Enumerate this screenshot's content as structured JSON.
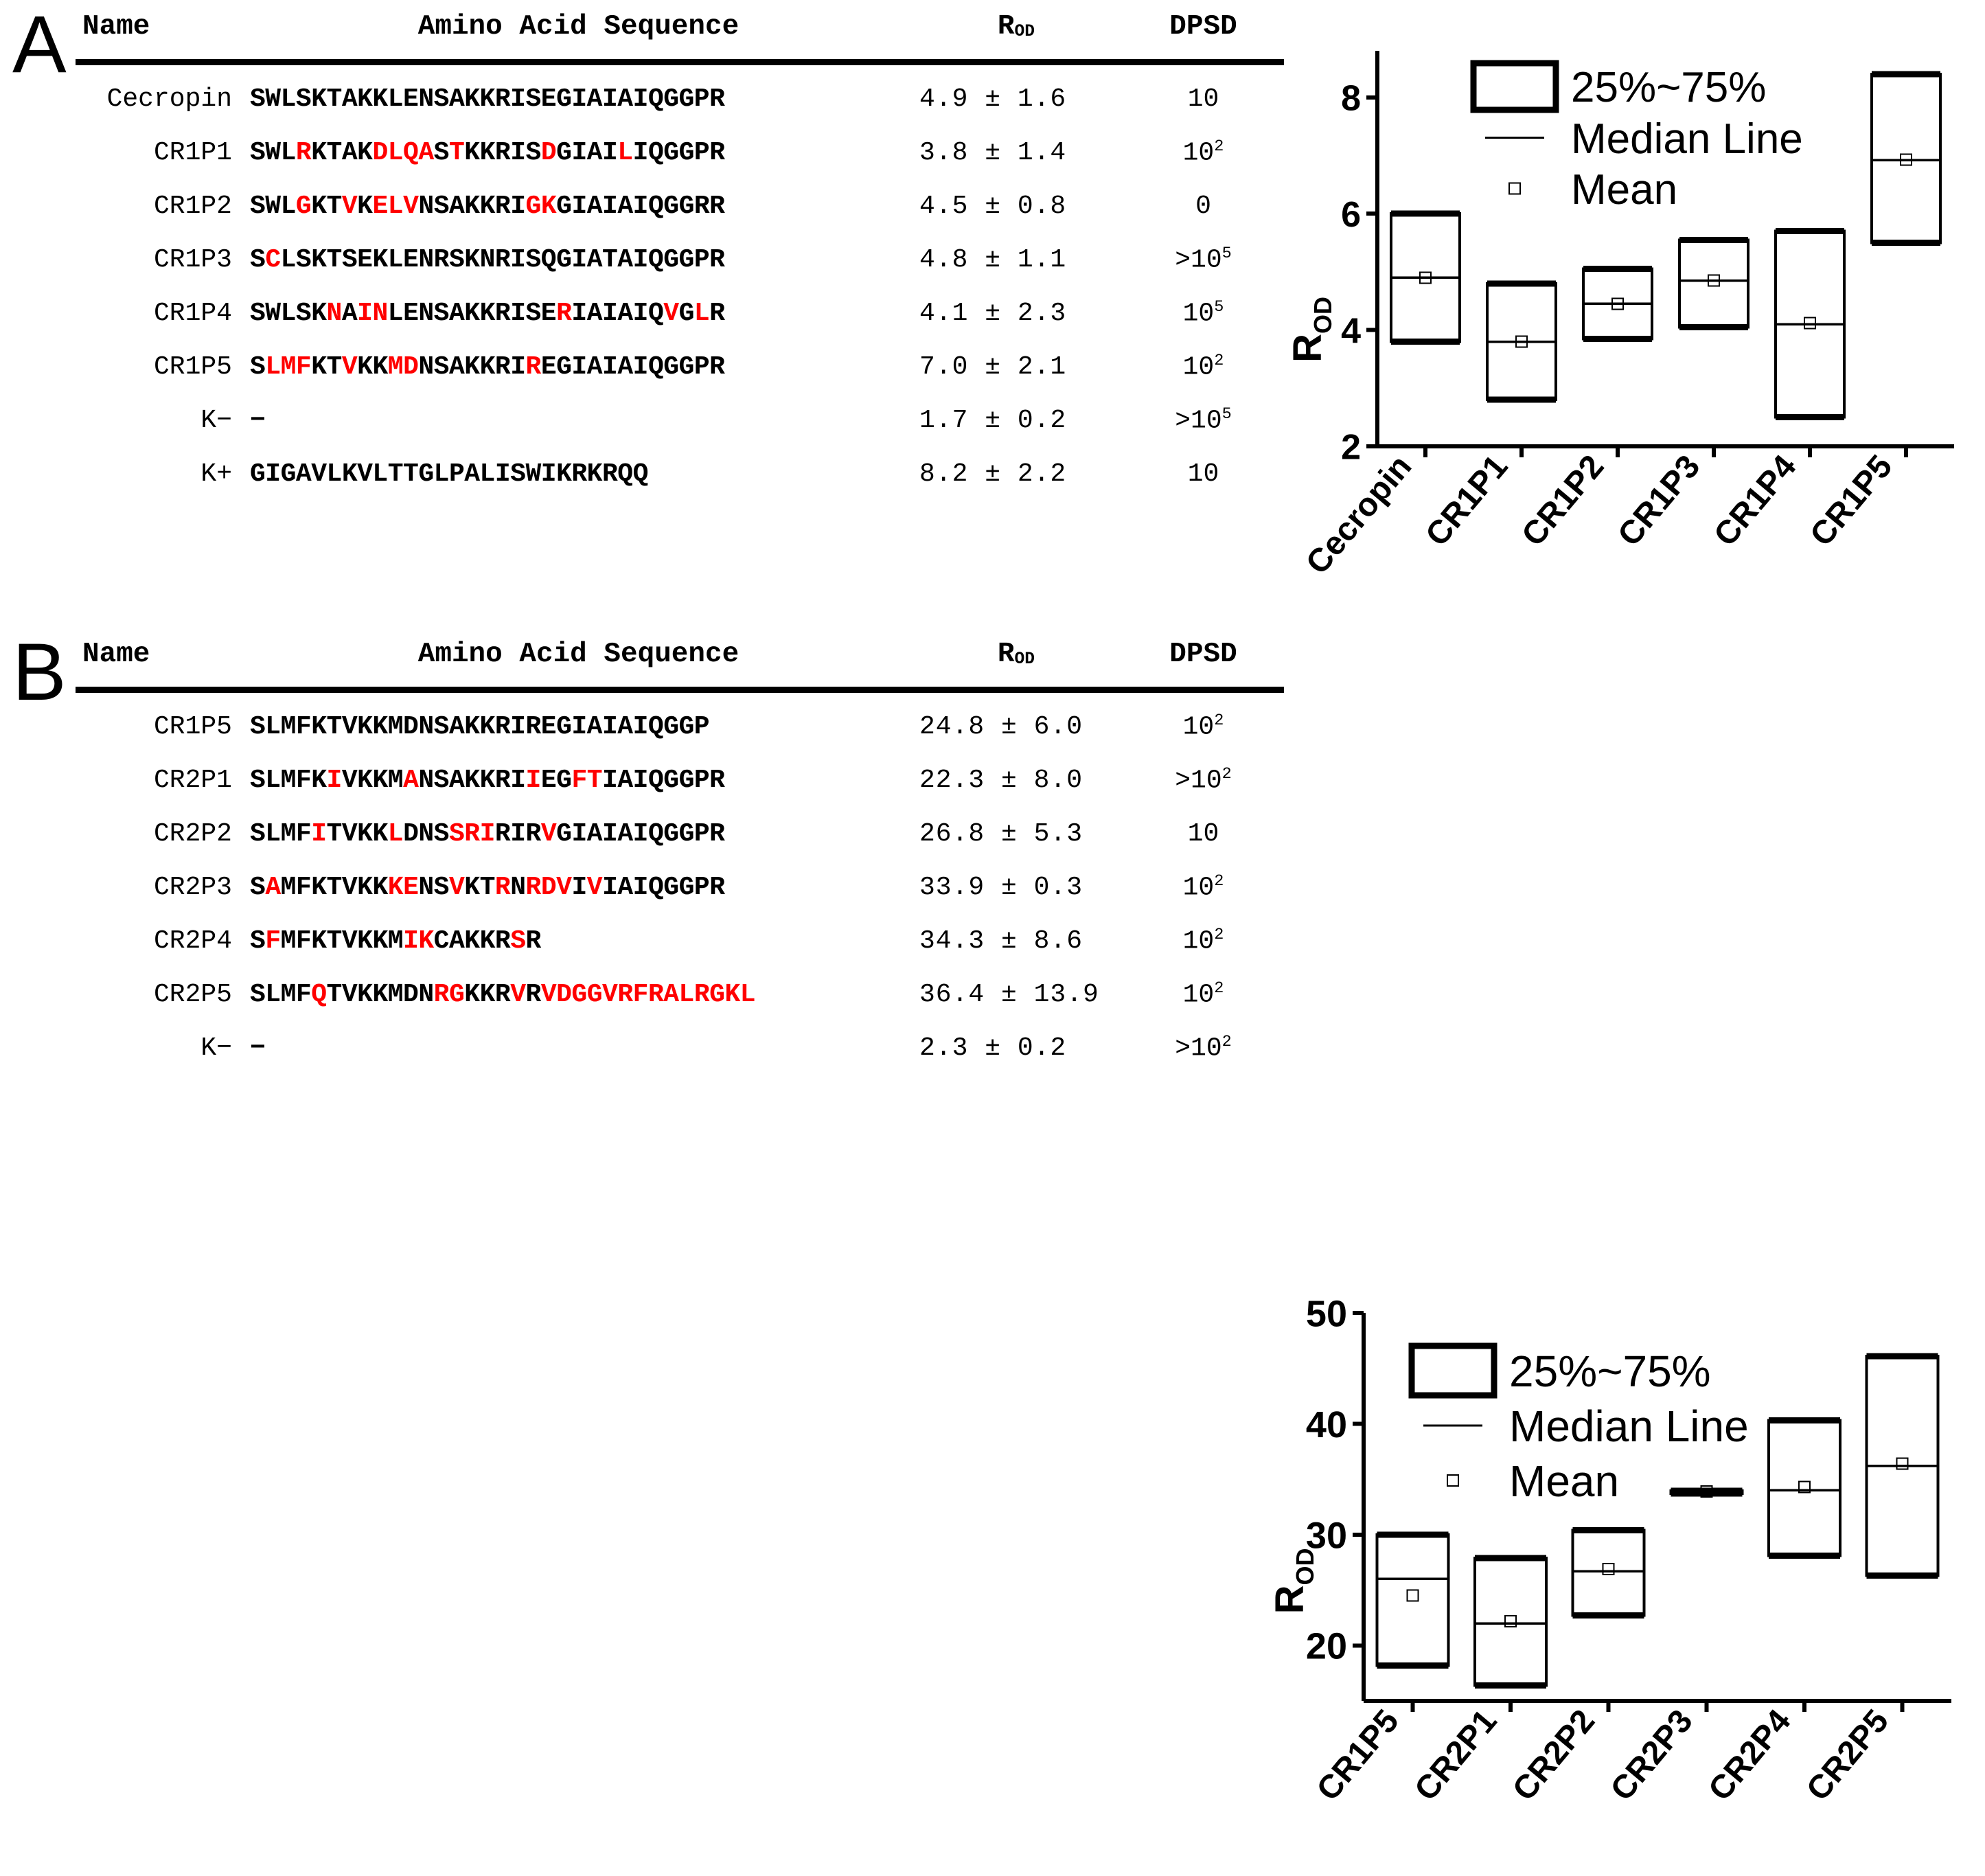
{
  "panels": [
    {
      "letter": "A",
      "table": {
        "headers": {
          "name": "Name",
          "sequence": "Amino Acid Sequence",
          "rod": "R",
          "rod_sub": "OD",
          "dpsd": "DPSD"
        },
        "rows": [
          {
            "name": "Cecropin",
            "segments": [
              {
                "t": "SWLSKTAKKLENSAKKRISEGIAIAIQGGPR",
                "m": false
              }
            ],
            "rod": "4.9 ± 1.6",
            "dpsd": "10",
            "dpsd_exp": ""
          },
          {
            "name": "CR1P1",
            "segments": [
              {
                "t": "SWL",
                "m": false
              },
              {
                "t": "R",
                "m": true
              },
              {
                "t": "KTAK",
                "m": false
              },
              {
                "t": "DLQA",
                "m": true
              },
              {
                "t": "S",
                "m": false
              },
              {
                "t": "T",
                "m": true
              },
              {
                "t": "KKRIS",
                "m": false
              },
              {
                "t": "D",
                "m": true
              },
              {
                "t": "GIAI",
                "m": false
              },
              {
                "t": "L",
                "m": true
              },
              {
                "t": "IQGGPR",
                "m": false
              }
            ],
            "rod": "3.8 ± 1.4",
            "dpsd": "10",
            "dpsd_exp": "2"
          },
          {
            "name": "CR1P2",
            "segments": [
              {
                "t": "SWL",
                "m": false
              },
              {
                "t": "G",
                "m": true
              },
              {
                "t": "KT",
                "m": false
              },
              {
                "t": "V",
                "m": true
              },
              {
                "t": "K",
                "m": false
              },
              {
                "t": "EL",
                "m": true
              },
              {
                "t": "V",
                "m": true
              },
              {
                "t": "NSAKKRI",
                "m": false
              },
              {
                "t": "GK",
                "m": true
              },
              {
                "t": "GIAIAIQGGRR",
                "m": false
              }
            ],
            "rod": "4.5 ± 0.8",
            "dpsd": "0",
            "dpsd_exp": ""
          },
          {
            "name": "CR1P3",
            "segments": [
              {
                "t": "S",
                "m": false
              },
              {
                "t": "C",
                "m": true
              },
              {
                "t": "LSKTSEKLENRSKNRISQGIATAIQGGPR",
                "m": false
              }
            ],
            "rod": "4.8 ± 1.1",
            "dpsd": ">10",
            "dpsd_exp": "5"
          },
          {
            "name": "CR1P4",
            "segments": [
              {
                "t": "SWLSK",
                "m": false
              },
              {
                "t": "N",
                "m": true
              },
              {
                "t": "A",
                "m": false
              },
              {
                "t": "IN",
                "m": true
              },
              {
                "t": "LENSAKKRISE",
                "m": false
              },
              {
                "t": "R",
                "m": true
              },
              {
                "t": "IAIAIQ",
                "m": false
              },
              {
                "t": "V",
                "m": true
              },
              {
                "t": "G",
                "m": false
              },
              {
                "t": "L",
                "m": true
              },
              {
                "t": "R",
                "m": false
              }
            ],
            "rod": "4.1 ± 2.3",
            "dpsd": "10",
            "dpsd_exp": "5"
          },
          {
            "name": "CR1P5",
            "segments": [
              {
                "t": "S",
                "m": false
              },
              {
                "t": "LMF",
                "m": true
              },
              {
                "t": "KT",
                "m": false
              },
              {
                "t": "V",
                "m": true
              },
              {
                "t": "KK",
                "m": false
              },
              {
                "t": "MD",
                "m": true
              },
              {
                "t": "NSAKKRI",
                "m": false
              },
              {
                "t": "R",
                "m": true
              },
              {
                "t": "EGIAIAIQGGPR",
                "m": false
              }
            ],
            "rod": "7.0 ± 2.1",
            "dpsd": "10",
            "dpsd_exp": "2"
          },
          {
            "name": "K−",
            "segments": [
              {
                "t": "−",
                "m": false
              }
            ],
            "rod": "1.7 ± 0.2",
            "dpsd": ">10",
            "dpsd_exp": "5"
          },
          {
            "name": "K+",
            "segments": [
              {
                "t": "GIGAVLKVLTTGLPALISWIKRKRQQ",
                "m": false
              }
            ],
            "rod": "8.2 ± 2.2",
            "dpsd": "10",
            "dpsd_exp": ""
          }
        ]
      },
      "chart_key": 0
    },
    {
      "letter": "B",
      "table": {
        "headers": {
          "name": "Name",
          "sequence": "Amino Acid Sequence",
          "rod": "R",
          "rod_sub": "OD",
          "dpsd": "DPSD"
        },
        "rows": [
          {
            "name": "CR1P5",
            "segments": [
              {
                "t": "SLMFKTVKKMDNSAKKRIREGIAIAIQGGP",
                "m": false
              }
            ],
            "rod": "24.8 ± 6.0",
            "dpsd": "10",
            "dpsd_exp": "2"
          },
          {
            "name": "CR2P1",
            "segments": [
              {
                "t": "SLMFK",
                "m": false
              },
              {
                "t": "I",
                "m": true
              },
              {
                "t": "VKKM",
                "m": false
              },
              {
                "t": "A",
                "m": true
              },
              {
                "t": "NSAKKRI",
                "m": false
              },
              {
                "t": "I",
                "m": true
              },
              {
                "t": "EG",
                "m": false
              },
              {
                "t": "FT",
                "m": true
              },
              {
                "t": "IAIQGGPR",
                "m": false
              }
            ],
            "rod": "22.3 ± 8.0",
            "dpsd": ">10",
            "dpsd_exp": "2"
          },
          {
            "name": "CR2P2",
            "segments": [
              {
                "t": "SLMF",
                "m": false
              },
              {
                "t": "I",
                "m": true
              },
              {
                "t": "TVKK",
                "m": false
              },
              {
                "t": "L",
                "m": true
              },
              {
                "t": "DNS",
                "m": false
              },
              {
                "t": "SRI",
                "m": true
              },
              {
                "t": "RIR",
                "m": false
              },
              {
                "t": "V",
                "m": true
              },
              {
                "t": "GIAIAIQGGPR",
                "m": false
              }
            ],
            "rod": "26.8 ± 5.3",
            "dpsd": "10",
            "dpsd_exp": ""
          },
          {
            "name": "CR2P3",
            "segments": [
              {
                "t": "S",
                "m": false
              },
              {
                "t": "A",
                "m": true
              },
              {
                "t": "MFKTVKK",
                "m": false
              },
              {
                "t": "KE",
                "m": true
              },
              {
                "t": "NS",
                "m": false
              },
              {
                "t": "V",
                "m": true
              },
              {
                "t": "KT",
                "m": false
              },
              {
                "t": "R",
                "m": true
              },
              {
                "t": "N",
                "m": false
              },
              {
                "t": "RDV",
                "m": true
              },
              {
                "t": "I",
                "m": false
              },
              {
                "t": "V",
                "m": true
              },
              {
                "t": "IAIQGGPR",
                "m": false
              }
            ],
            "rod": "33.9 ± 0.3",
            "dpsd": "10",
            "dpsd_exp": "2"
          },
          {
            "name": "CR2P4",
            "segments": [
              {
                "t": "S",
                "m": false
              },
              {
                "t": "F",
                "m": true
              },
              {
                "t": "MFKTVKKM",
                "m": false
              },
              {
                "t": "IK",
                "m": true
              },
              {
                "t": "CAKKR",
                "m": false
              },
              {
                "t": "S",
                "m": true
              },
              {
                "t": "R",
                "m": false
              }
            ],
            "rod": "34.3 ± 8.6",
            "dpsd": "10",
            "dpsd_exp": "2"
          },
          {
            "name": "CR2P5",
            "segments": [
              {
                "t": "SLMF",
                "m": false
              },
              {
                "t": "Q",
                "m": true
              },
              {
                "t": "TVKKMDN",
                "m": false
              },
              {
                "t": "RG",
                "m": true
              },
              {
                "t": "KKR",
                "m": false
              },
              {
                "t": "V",
                "m": true
              },
              {
                "t": "R",
                "m": false
              },
              {
                "t": "VDGGVRFRALRGKL",
                "m": true
              }
            ],
            "rod": "36.4 ± 13.9",
            "dpsd": "10",
            "dpsd_exp": "2"
          },
          {
            "name": "K−",
            "segments": [
              {
                "t": "−",
                "m": false
              }
            ],
            "rod": "2.3 ± 0.2",
            "dpsd": ">10",
            "dpsd_exp": "2"
          }
        ]
      },
      "chart_key": 1
    }
  ],
  "chart_data": [
    {
      "type": "box",
      "id": "panel-a-box",
      "title": "",
      "xlabel": "",
      "ylabel": "R",
      "ylabel_sub": "OD",
      "ylim": [
        2,
        8.8
      ],
      "yticks": [
        2,
        4,
        6,
        8
      ],
      "ytick_labels": [
        "2",
        "4",
        "6",
        "8"
      ],
      "grid": false,
      "legend_position": "top-left",
      "legend": [
        {
          "symbol": "box",
          "label": "25%~75%"
        },
        {
          "symbol": "line",
          "label": "Median Line"
        },
        {
          "symbol": "square",
          "label": "Mean"
        }
      ],
      "categories": [
        "Cecropin",
        "CR1P1",
        "CR1P2",
        "CR1P3",
        "CR1P4",
        "CR1P5"
      ],
      "boxes": [
        {
          "category": "Cecropin",
          "q1": 3.8,
          "q3": 6.0,
          "median": 4.9,
          "mean": 4.9
        },
        {
          "category": "CR1P1",
          "q1": 2.8,
          "q3": 4.8,
          "median": 3.8,
          "mean": 3.8
        },
        {
          "category": "CR1P2",
          "q1": 3.85,
          "q3": 5.05,
          "median": 4.45,
          "mean": 4.45
        },
        {
          "category": "CR1P3",
          "q1": 4.05,
          "q3": 5.55,
          "median": 4.85,
          "mean": 4.85
        },
        {
          "category": "CR1P4",
          "q1": 2.5,
          "q3": 5.7,
          "median": 4.1,
          "mean": 4.12
        },
        {
          "category": "CR1P5",
          "q1": 5.5,
          "q3": 8.4,
          "median": 6.92,
          "mean": 6.93
        }
      ]
    },
    {
      "type": "box",
      "id": "panel-b-box",
      "title": "",
      "xlabel": "",
      "ylabel": "R",
      "ylabel_sub": "OD",
      "ylim": [
        15,
        50
      ],
      "yticks": [
        20,
        30,
        40,
        50
      ],
      "ytick_labels": [
        "20",
        "30",
        "40",
        "50"
      ],
      "grid": false,
      "legend_position": "top-left",
      "legend": [
        {
          "symbol": "box",
          "label": "25%~75%"
        },
        {
          "symbol": "line",
          "label": "Median Line"
        },
        {
          "symbol": "square",
          "label": "Mean"
        }
      ],
      "categories": [
        "CR1P5",
        "CR2P1",
        "CR2P2",
        "CR2P3",
        "CR2P4",
        "CR2P5"
      ],
      "boxes": [
        {
          "category": "CR1P5",
          "q1": 18.2,
          "q3": 30.0,
          "median": 26.0,
          "mean": 24.5
        },
        {
          "category": "CR2P1",
          "q1": 16.4,
          "q3": 27.9,
          "median": 22.0,
          "mean": 22.2
        },
        {
          "category": "CR2P2",
          "q1": 22.7,
          "q3": 30.4,
          "median": 26.7,
          "mean": 26.9
        },
        {
          "category": "CR2P3",
          "q1": 33.7,
          "q3": 33.95,
          "median": 33.85,
          "mean": 33.9
        },
        {
          "category": "CR2P4",
          "q1": 28.1,
          "q3": 40.3,
          "median": 34.0,
          "mean": 34.3
        },
        {
          "category": "CR2P5",
          "q1": 26.3,
          "q3": 46.1,
          "median": 36.2,
          "mean": 36.4
        }
      ]
    }
  ],
  "colors": {
    "mutation_red": "#ff0000",
    "ink": "#000000",
    "background": "#ffffff"
  }
}
